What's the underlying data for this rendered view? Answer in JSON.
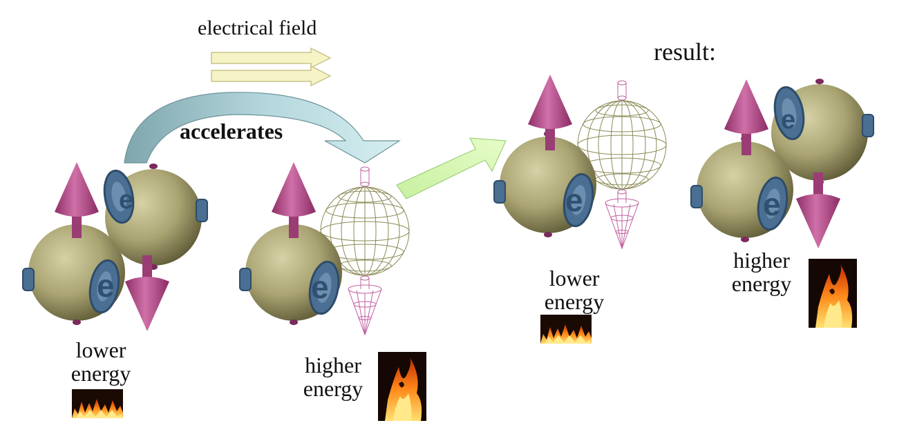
{
  "labels": {
    "electrical_field": "electrical field",
    "accelerates": "accelerates",
    "result": "result:"
  },
  "states": [
    {
      "line1": "lower",
      "line2": "energy",
      "flame_icon": "fire-small-icon"
    },
    {
      "line1": "higher",
      "line2": "energy",
      "flame_icon": "fire-tall-icon"
    },
    {
      "line1": "lower",
      "line2": "energy",
      "flame_icon": "fire-small-icon"
    },
    {
      "line1": "higher",
      "line2": "energy",
      "flame_icon": "fire-tall-icon"
    }
  ],
  "electron_letter": "e",
  "colors": {
    "sphere": "#a8a270",
    "spin_arrow": "#b8538e",
    "ring": "#4a6f92",
    "field_arrow": "#f6f3c6",
    "curved_arrow": "#9fc6cc",
    "result_arrow": "#d8f7b2",
    "wireframe": "#8a8a55",
    "wire_spin": "#c060a0"
  }
}
